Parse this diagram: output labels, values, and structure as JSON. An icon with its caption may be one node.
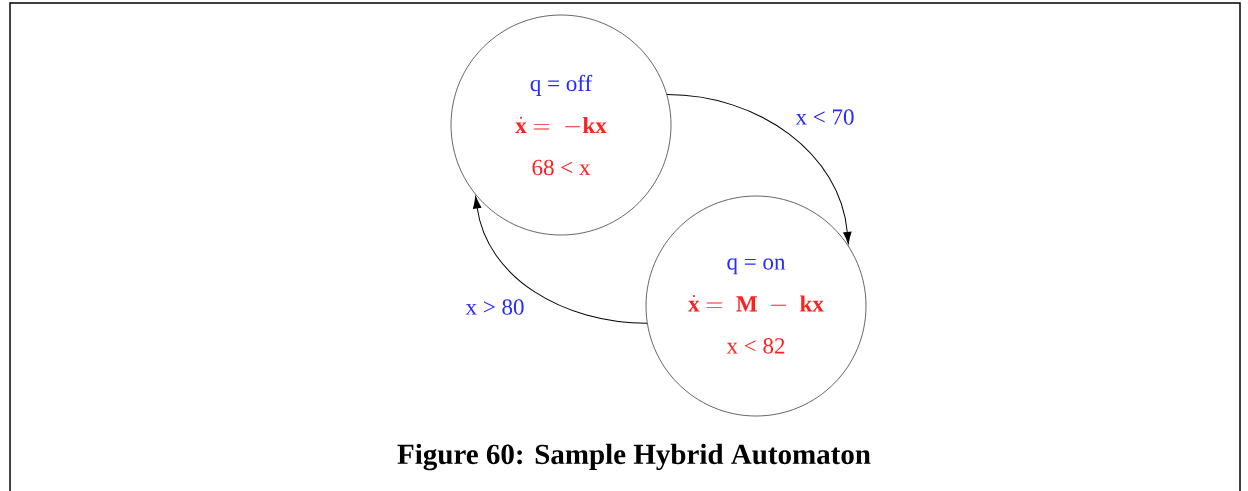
{
  "diagram": {
    "caption": "Figure 60: Sample Hybrid Automaton",
    "nodes": [
      {
        "text": [
          "q = off",
          "\\dot{\\mathbf{x}}\\mathbf{\\ =\\ -kx}",
          "68 < x"
        ]
      },
      {
        "text": [
          "q = on",
          "\\dot{\\mathbf{x}}\\mathbf{\\ =\\ M\\ -\\ kx}",
          "x < 82"
        ]
      }
    ],
    "edges": [
      {
        "from": 0,
        "to": 1,
        "arrow": "to",
        "label": "x < 70"
      },
      {
        "from": 1,
        "to": 0,
        "arrow": "to",
        "label": "x > 80"
      }
    ]
  }
}
